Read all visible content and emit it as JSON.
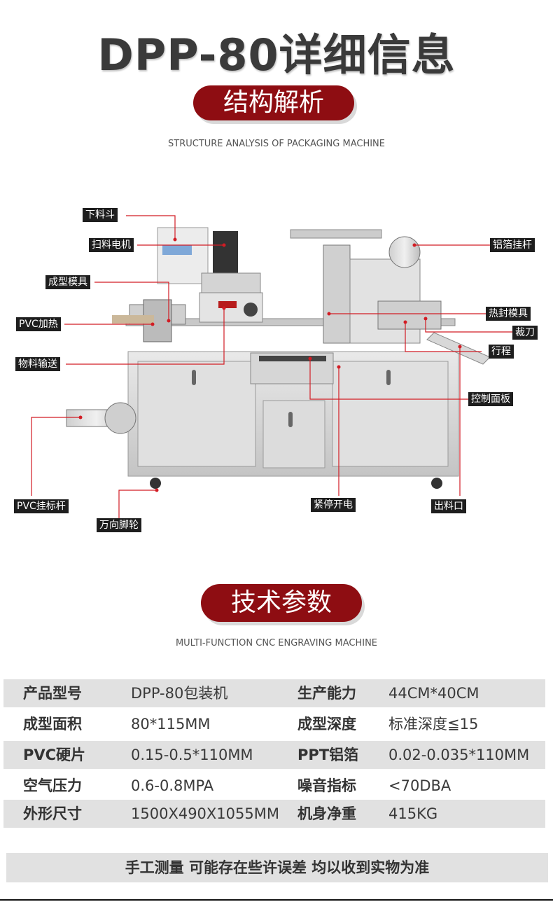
{
  "title": "DPP-80详细信息",
  "sections": [
    {
      "title": "结构解析",
      "subtitle": "STRUCTURE ANALYSIS OF PACKAGING MACHINE"
    },
    {
      "title": "技术参数",
      "subtitle": "MULTI-FUNCTION CNC ENGRAVING MACHINE"
    }
  ],
  "labels": {
    "hopper": "下料斗",
    "sweep_motor": "扫料电机",
    "forming_mold": "成型模具",
    "pvc_heating": "PVC加热",
    "material_conveying": "物料输送",
    "pvc_roll_rod": "PVC挂标杆",
    "caster": "万向脚轮",
    "foil_rod": "铝箔挂杆",
    "heat_seal_mold": "热封模具",
    "cutter": "裁刀",
    "stroke": "行程",
    "control_panel": "控制面板",
    "emergency_stop": "紧停开电",
    "outlet": "出料口"
  },
  "specs": [
    {
      "k1": "产品型号",
      "v1": "DPP-80包装机",
      "k2": "生产能力",
      "v2": "44CM*40CM"
    },
    {
      "k1": "成型面积",
      "v1": "80*115MM",
      "k2": "成型深度",
      "v2": "标准深度≦15"
    },
    {
      "k1": "PVC硬片",
      "v1": "0.15-0.5*110MM",
      "k2": "PPT铝箔",
      "v2": "0.02-0.035*110MM"
    },
    {
      "k1": "空气压力",
      "v1": "0.6-0.8MPA",
      "k2": "噪音指标",
      "v2": "<70DBA"
    },
    {
      "k1": "外形尺寸",
      "v1": "1500X490X1055MM",
      "k2": "机身净重",
      "v2": "415KG"
    }
  ],
  "note": "手工测量 可能存在些许误差 均以收到实物为准",
  "colors": {
    "accent": "#8e0d12",
    "leader_line": "#d21c24",
    "label_bg": "#1e1e1e",
    "row_shade": "#e1e1e1"
  }
}
